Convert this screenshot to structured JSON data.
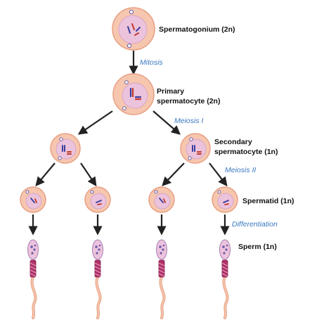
{
  "labels": {
    "spermatogonium": "Spermatogonium (2n)",
    "primary_1": "Primary",
    "primary_2": "spermatocyte (2n)",
    "secondary_1": "Secondary",
    "secondary_2": "spermatocyte (1n)",
    "spermatid": "Spermatid (1n)",
    "sperm": "Sperm (1n)"
  },
  "steps": {
    "mitosis": "Mitosis",
    "meiosis_1": "Meiosis I",
    "meiosis_2": "Meiosis II",
    "differentiation": "Differentiation"
  },
  "colors": {
    "cell_outer": "#f6c7ae",
    "cell_outer_stroke": "#e79f83",
    "nucleus": "#ecc3dc",
    "nucleus_stroke": "#d8a6c6",
    "chromosome_red": "#c0392b",
    "chromosome_blue": "#3b3f9e",
    "step_text": "#3a78c0",
    "arrow": "#222222",
    "tail": "#f2b28e",
    "midpiece": "#b03268"
  }
}
